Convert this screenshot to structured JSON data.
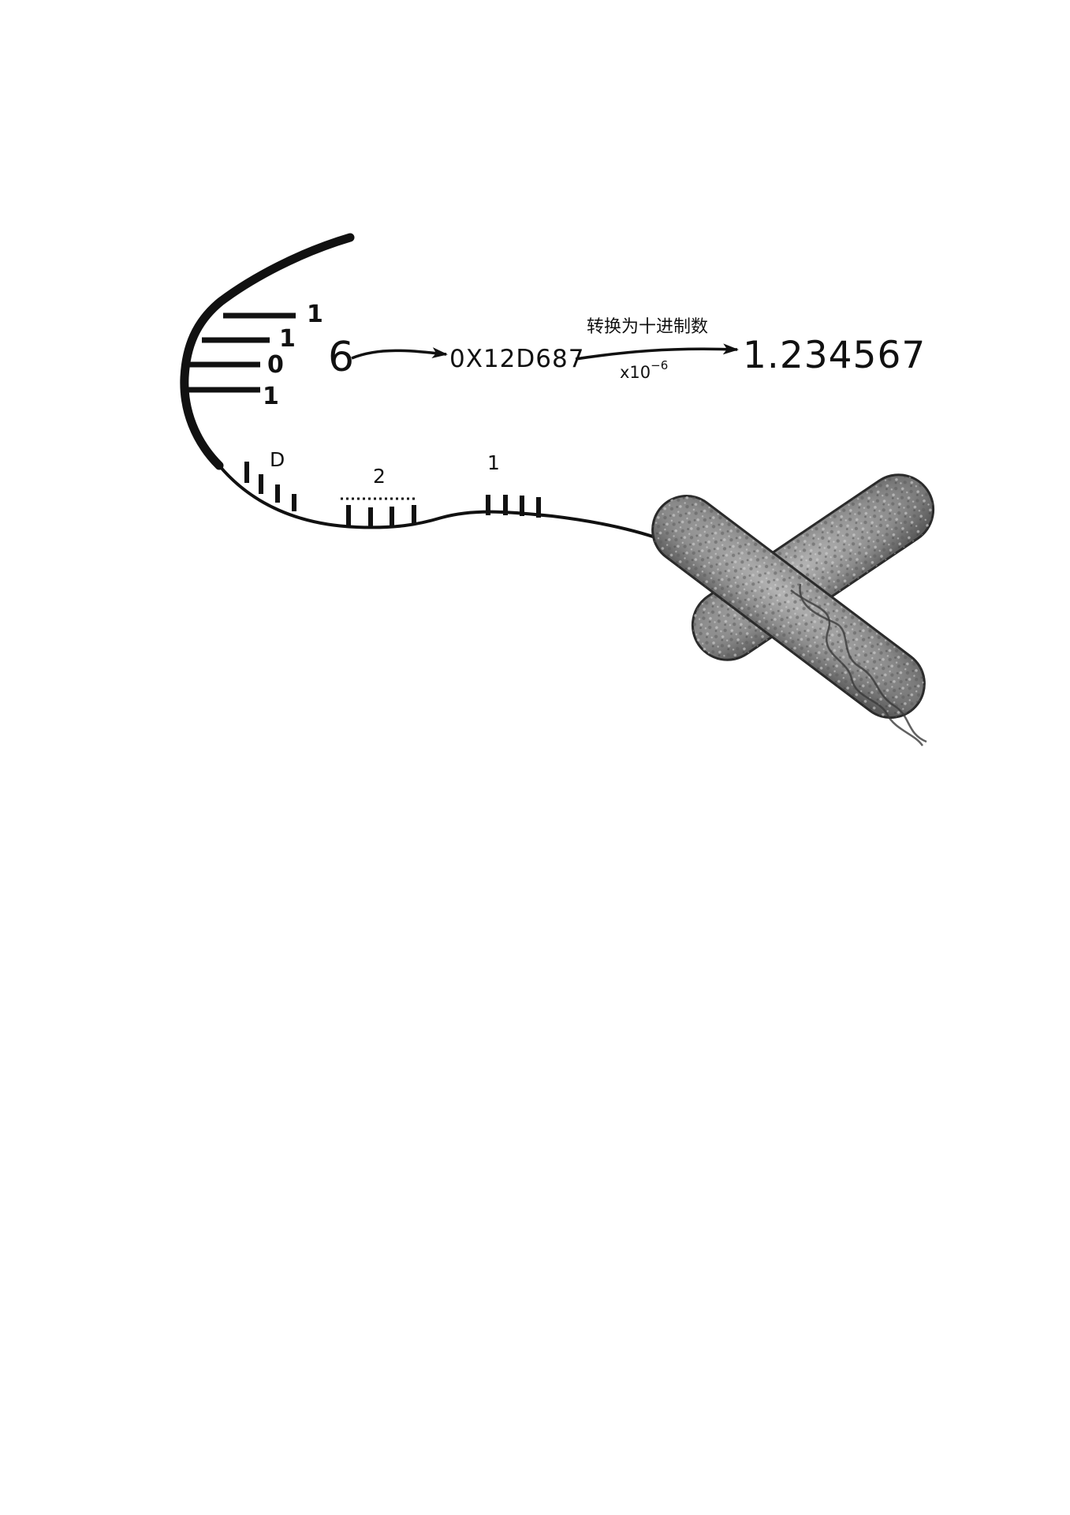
{
  "binary_digits": [
    "1",
    "1",
    "0",
    "1"
  ],
  "digit_label": "6",
  "hex_value": "0X12D687",
  "conversion_caption": "转换为十进制数",
  "multiplier": {
    "base": "x10",
    "exponent": "−6"
  },
  "decimal_value": "1.234567",
  "strand_labels": {
    "left": "D",
    "middle": "2",
    "right": "1"
  },
  "colors": {
    "ink": "#111111",
    "background": "#ffffff",
    "chromosome_fill": "#8c8c8c",
    "chromosome_dark": "#4a4a4a"
  }
}
